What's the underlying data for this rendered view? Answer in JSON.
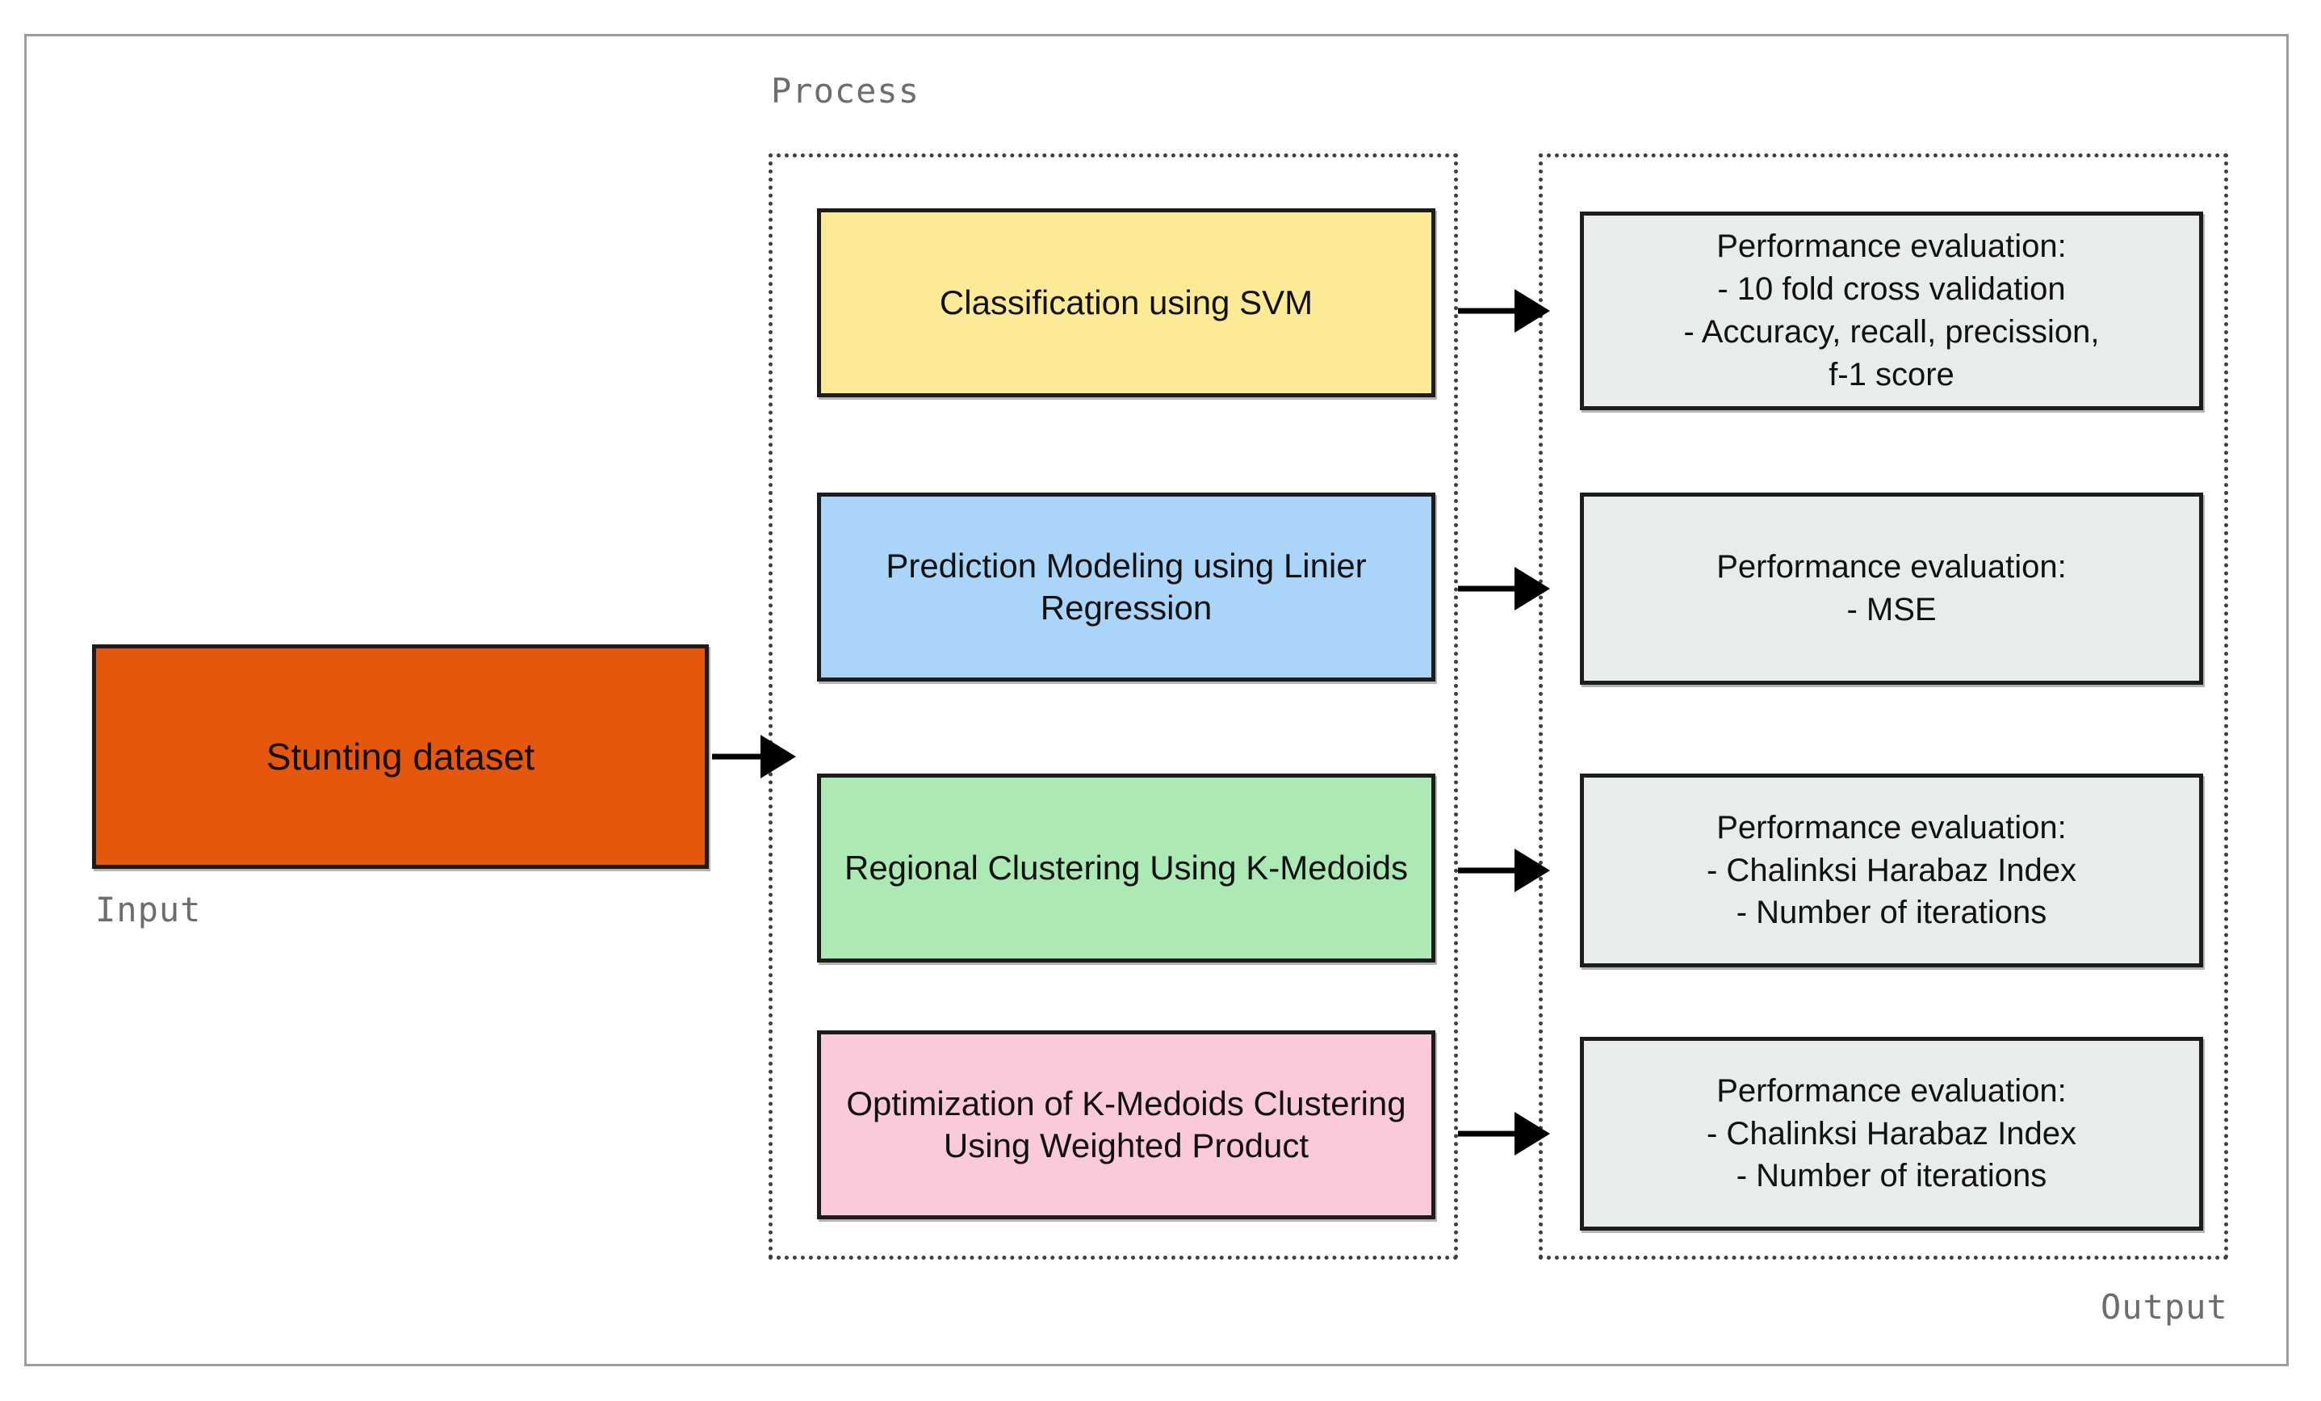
{
  "diagram": {
    "input": {
      "label": "Input",
      "box": {
        "text": "Stunting dataset",
        "color": "#e5570d"
      }
    },
    "process": {
      "label": "Process",
      "boxes": [
        {
          "text": "Classification using SVM",
          "color": "#fdea96"
        },
        {
          "text": "Prediction Modeling using Linier Regression",
          "color": "#aad5f8"
        },
        {
          "text": "Regional Clustering Using K-Medoids",
          "color": "#ace9b4"
        },
        {
          "text": "Optimization of K-Medoids Clustering Using Weighted Product",
          "color": "#fbc9dc"
        }
      ]
    },
    "output": {
      "label": "Output",
      "boxes": [
        {
          "color": "#e9eced",
          "lines": [
            "Performance evaluation:",
            "- 10 fold cross validation",
            "- Accuracy, recall, precission,",
            "f-1 score"
          ]
        },
        {
          "color": "#e9eced",
          "lines": [
            "Performance evaluation:",
            "- MSE"
          ]
        },
        {
          "color": "#e9eced",
          "lines": [
            "Performance evaluation:",
            "- Chalinksi Harabaz Index",
            "- Number of iterations"
          ]
        },
        {
          "color": "#e9eced",
          "lines": [
            "Performance evaluation:",
            "- Chalinksi Harabaz Index",
            "- Number of iterations"
          ]
        }
      ]
    },
    "styles": {
      "border_color": "#1c1c1c",
      "dotted_border_color": "#3f3f3f",
      "frame_color": "#9c9c9c",
      "label_color": "#6d6d6d",
      "arrow_color": "#000000"
    }
  }
}
